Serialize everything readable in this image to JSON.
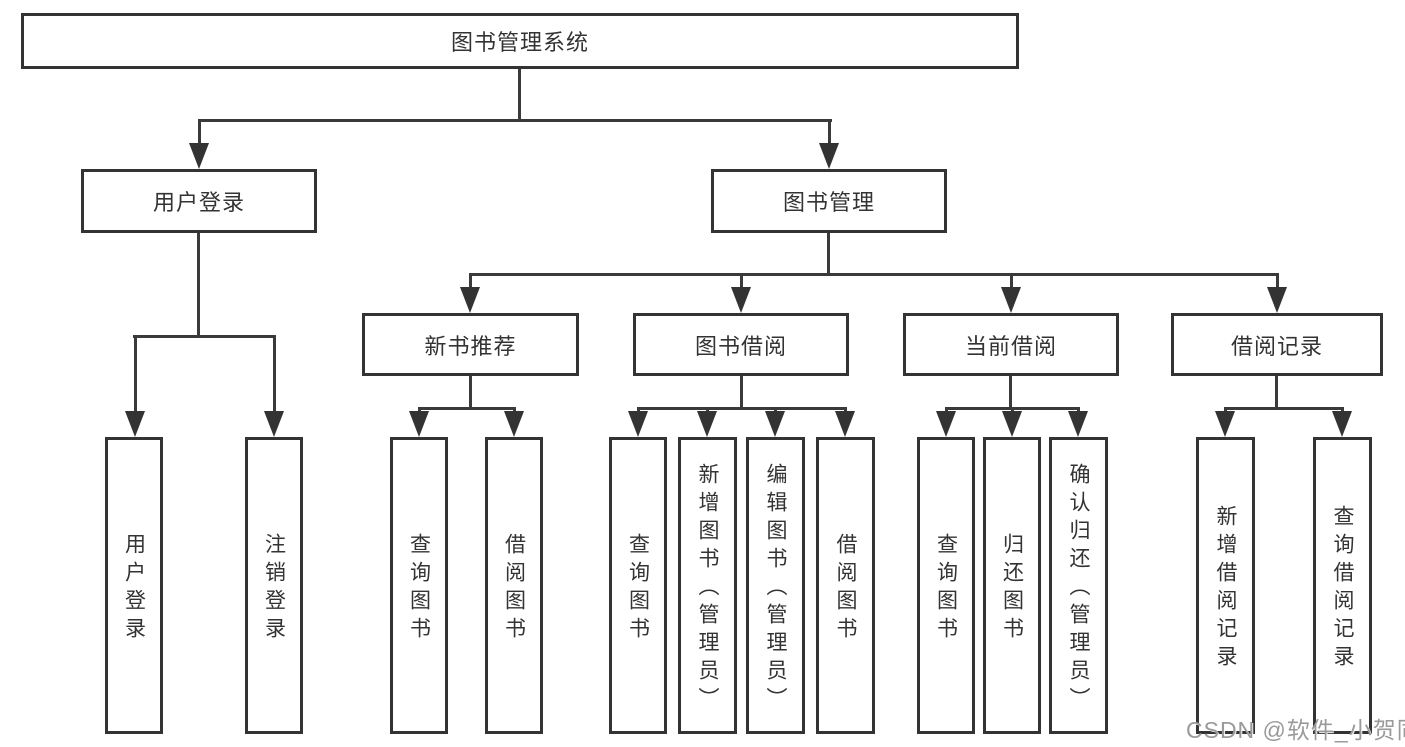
{
  "diagram_title": "图书管理系统",
  "tree": {
    "label": "图书管理系统",
    "children": [
      {
        "label": "用户登录",
        "children": [
          {
            "label": "用户登录"
          },
          {
            "label": "注销登录"
          }
        ]
      },
      {
        "label": "图书管理",
        "children": [
          {
            "label": "新书推荐",
            "children": [
              {
                "label": "查询图书"
              },
              {
                "label": "借阅图书"
              }
            ]
          },
          {
            "label": "图书借阅",
            "children": [
              {
                "label": "查询图书"
              },
              {
                "label": "新增图书（管理员）"
              },
              {
                "label": "编辑图书（管理员）"
              },
              {
                "label": "借阅图书"
              }
            ]
          },
          {
            "label": "当前借阅",
            "children": [
              {
                "label": "查询图书"
              },
              {
                "label": "归还图书"
              },
              {
                "label": "确认归还（管理员）"
              }
            ]
          },
          {
            "label": "借阅记录",
            "children": [
              {
                "label": "新增借阅记录"
              },
              {
                "label": "查询借阅记录"
              }
            ]
          }
        ]
      }
    ]
  },
  "watermark": {
    "text": "CSDN @软件_小贺同学"
  },
  "colors": {
    "line": "#3a3a3a",
    "border": "#333333",
    "text": "#333333",
    "watermark": "#9a9a9a",
    "background": "#ffffff"
  }
}
